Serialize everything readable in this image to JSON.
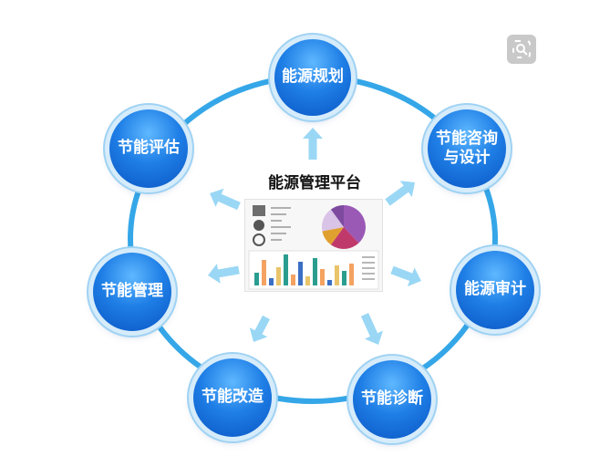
{
  "center": {
    "title": "能源管理平台"
  },
  "nodes": [
    {
      "id": "energy-planning",
      "lines": [
        "能源规划"
      ]
    },
    {
      "id": "energy-consulting-design",
      "lines": [
        "节能咨询",
        "与设计"
      ]
    },
    {
      "id": "energy-audit",
      "lines": [
        "能源审计"
      ]
    },
    {
      "id": "energy-diagnosis",
      "lines": [
        "节能诊断"
      ]
    },
    {
      "id": "energy-retrofit",
      "lines": [
        "节能改造"
      ]
    },
    {
      "id": "energy-management",
      "lines": [
        "节能管理"
      ]
    },
    {
      "id": "energy-evaluation",
      "lines": [
        "节能评估"
      ]
    }
  ],
  "colors": {
    "ring": "#35a7e8",
    "node_dark": "#0a55c4",
    "node_light": "#5fb8ff",
    "arrow": "#8fd3f4",
    "pie": [
      "#9b59b6",
      "#c0396b",
      "#e0a030",
      "#d9c3e6",
      "#7d4aa0"
    ],
    "bars": [
      "#2a9d8f",
      "#f4a261",
      "#3a6fc4",
      "#e9c46a"
    ]
  },
  "icons": {
    "zoom": "zoom-icon"
  }
}
